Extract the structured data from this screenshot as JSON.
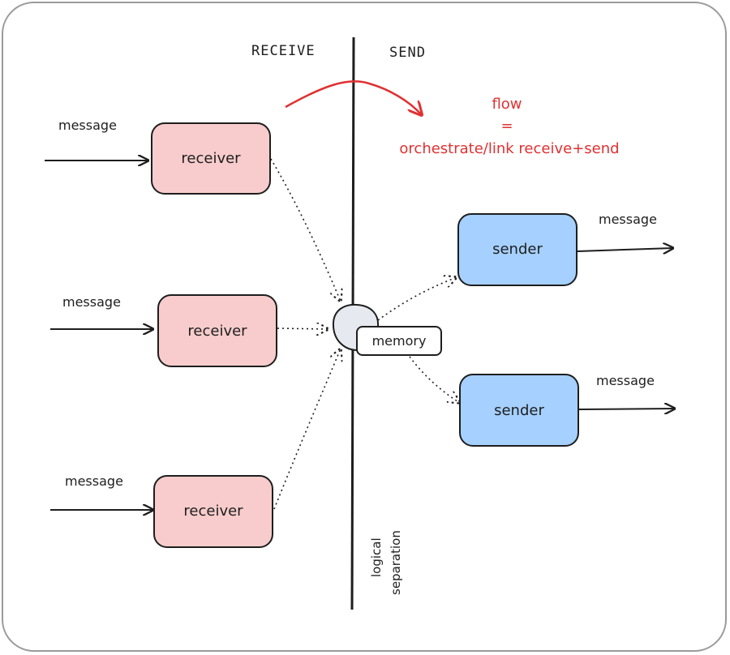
{
  "headers": {
    "receive": "RECEIVE",
    "send": "SEND"
  },
  "flow": {
    "line1": "flow",
    "line2": "=",
    "line3": "orchestrate/link receive+send"
  },
  "receivers": [
    {
      "label": "receiver",
      "message": "message"
    },
    {
      "label": "receiver",
      "message": "message"
    },
    {
      "label": "receiver",
      "message": "message"
    }
  ],
  "senders": [
    {
      "label": "sender",
      "message": "message"
    },
    {
      "label": "sender",
      "message": "message"
    }
  ],
  "memory": {
    "label": "memory"
  },
  "separator": {
    "line1": "logical",
    "line2": "separation"
  },
  "colors": {
    "receiver_fill": "#f8cccc",
    "sender_fill": "#a5d0ff",
    "accent_red": "#e03131",
    "stroke": "#1e1e1e",
    "memory_fill": "#e6e9ef"
  }
}
